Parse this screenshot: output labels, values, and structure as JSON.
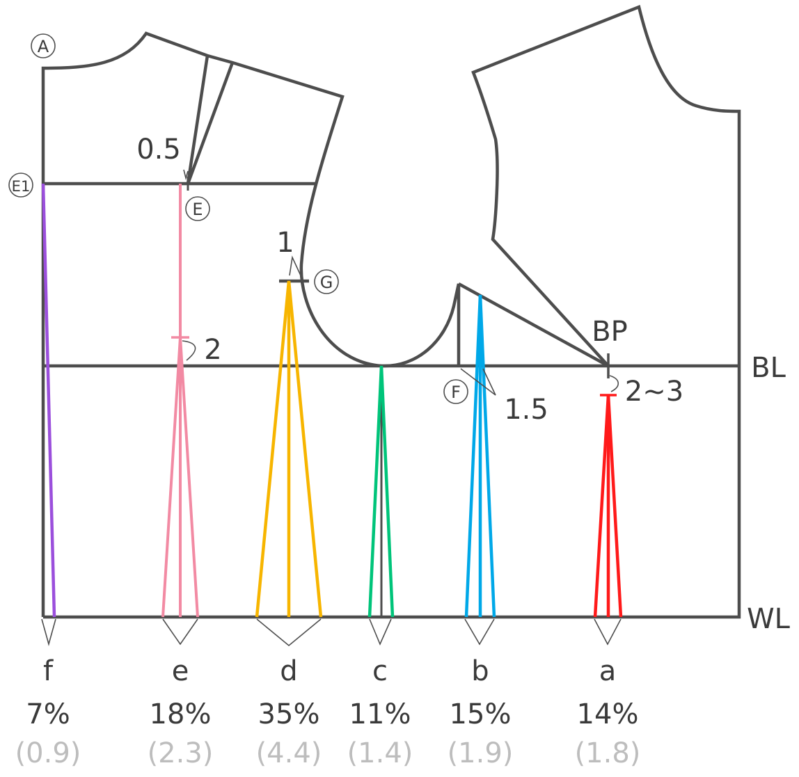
{
  "points": {
    "A": "A",
    "E1": "E1",
    "E": "E",
    "G": "G",
    "F": "F"
  },
  "measurements": {
    "m_05": "0.5",
    "m_1": "1",
    "m_2": "2",
    "m_15": "1.5",
    "m_23": "2~3",
    "bp": "BP"
  },
  "lines": {
    "bl": "BL",
    "wl": "WL"
  },
  "darts": [
    {
      "letter": "f",
      "percent": "7%",
      "value": "(0.9)",
      "color": "#9b4fdc"
    },
    {
      "letter": "e",
      "percent": "18%",
      "value": "(2.3)",
      "color": "#f28aa3"
    },
    {
      "letter": "d",
      "percent": "35%",
      "value": "(4.4)",
      "color": "#f7b500"
    },
    {
      "letter": "c",
      "percent": "11%",
      "value": "(1.4)",
      "color": "#00c47a"
    },
    {
      "letter": "b",
      "percent": "15%",
      "value": "(1.9)",
      "color": "#00a8e8"
    },
    {
      "letter": "a",
      "percent": "14%",
      "value": "(1.8)",
      "color": "#ff1a1a"
    }
  ],
  "colors": {
    "outline": "#4d4d4d",
    "value_text": "#bdbdbd"
  }
}
